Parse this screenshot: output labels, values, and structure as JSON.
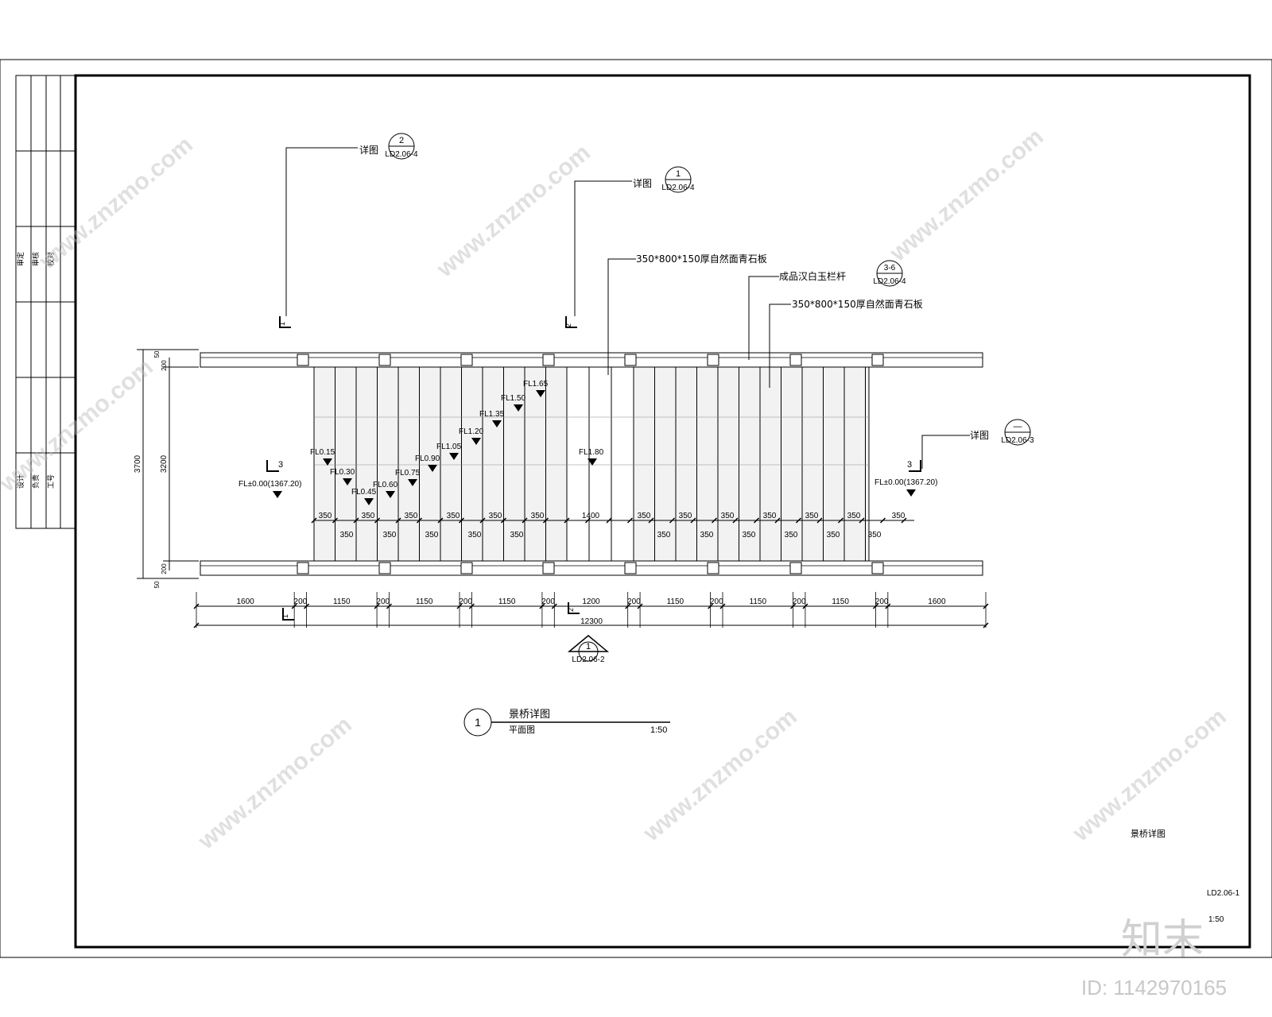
{
  "sheet": {
    "title_block": [
      "审定",
      "审核",
      "校对",
      "设计",
      "负责",
      "工号"
    ],
    "drawing_name": "景桥详图",
    "drawing_no": "LD2.06-1",
    "scale": "1:50"
  },
  "plan": {
    "title_no": "1",
    "title": "景桥详图",
    "subtitle": "平面图",
    "scale": "1:50",
    "bottom_ref_no": "1",
    "bottom_ref_sheet": "LD2.06-2"
  },
  "callouts": [
    {
      "label": "详图",
      "no": "2",
      "sheet": "LD2.06-4"
    },
    {
      "label": "详图",
      "no": "1",
      "sheet": "LD2.06-4"
    },
    {
      "label": "详图",
      "no": "—",
      "sheet": "LD2.06-3"
    }
  ],
  "notes": {
    "stone_a": "350*800*150厚自然面青石板",
    "railing": "成品汉白玉栏杆",
    "railing_ref_no": "3-6",
    "railing_ref_sheet": "LD2.06-4",
    "stone_b": "350*800*150厚自然面青石板"
  },
  "levels": {
    "left": "FL±0.00(1367.20)",
    "right": "FL±0.00(1367.20)",
    "center": "FL1.80",
    "steps": [
      "FL0.15",
      "FL0.30",
      "FL0.45",
      "FL0.60",
      "FL0.75",
      "FL0.90",
      "FL1.05",
      "FL1.20",
      "FL1.35",
      "FL1.50",
      "FL1.65"
    ]
  },
  "section_marks": {
    "left": "3",
    "right": "3",
    "top_a": "1",
    "top_b": "2",
    "bottom_a": "1",
    "bottom_b": "2"
  },
  "dims": {
    "bottom": [
      "1600",
      "200",
      "1150",
      "200",
      "1150",
      "200",
      "1150",
      "200",
      "1200",
      "200",
      "1150",
      "200",
      "1150",
      "200",
      "1150",
      "200",
      "1600"
    ],
    "total": "12300",
    "left_outer": "3700",
    "left_inner": "3200",
    "left_parts": [
      "50",
      "200",
      "200",
      "50"
    ],
    "slab_top": [
      "350",
      "350",
      "350",
      "350",
      "350",
      "350",
      "1400",
      "350",
      "350",
      "350",
      "350",
      "350",
      "350",
      "350",
      "350"
    ],
    "slab_bottom": [
      "350",
      "350",
      "350",
      "350",
      "350",
      "350",
      "350",
      "350",
      "350",
      "350",
      "350",
      "350"
    ]
  },
  "watermark": {
    "site": "www.znzmo.com",
    "brand": "知末",
    "id": "ID: 1142970165"
  }
}
